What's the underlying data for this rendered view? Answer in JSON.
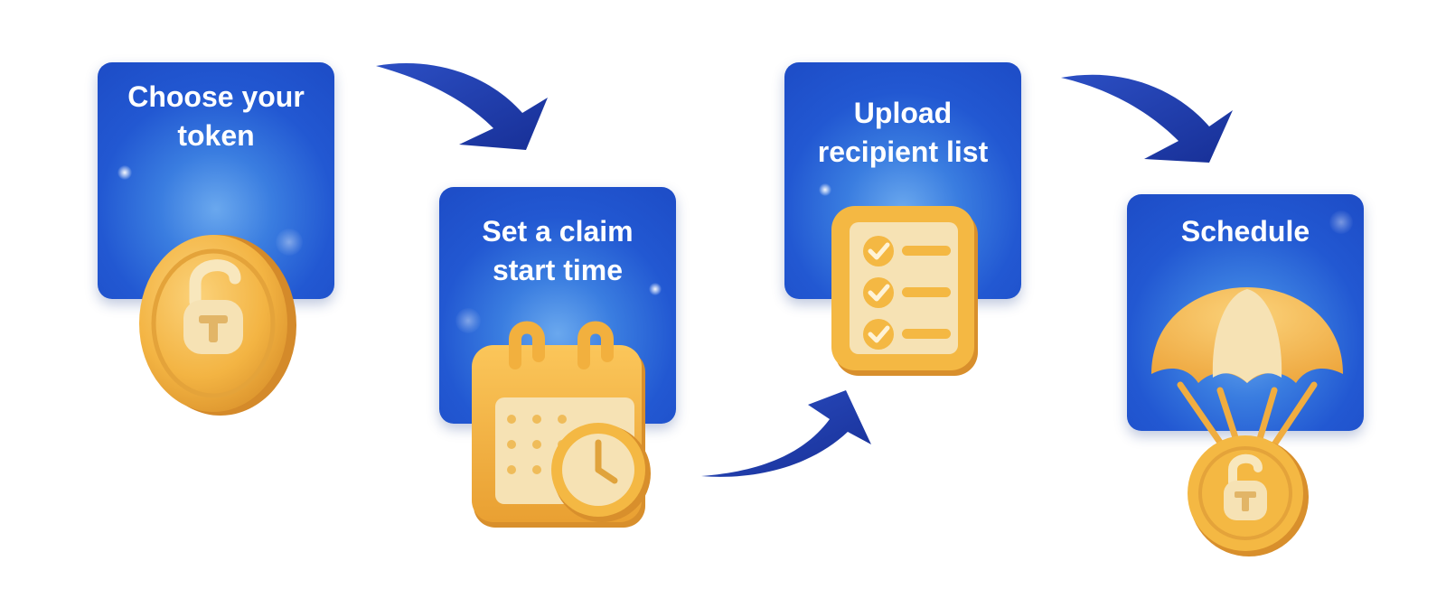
{
  "steps": [
    {
      "title": "Choose your\ntoken",
      "icon": "padlock-coin-icon"
    },
    {
      "title": "Set a claim\nstart time",
      "icon": "calendar-clock-icon"
    },
    {
      "title": "Upload\nrecipient list",
      "icon": "checklist-icon"
    },
    {
      "title": "Schedule",
      "icon": "parachute-coin-icon"
    }
  ],
  "colors": {
    "card_blue": "#2258d2",
    "arrow_blue": "#1e38a6",
    "icon_gold": "#f4b843",
    "icon_cream": "#f6e2b4"
  }
}
